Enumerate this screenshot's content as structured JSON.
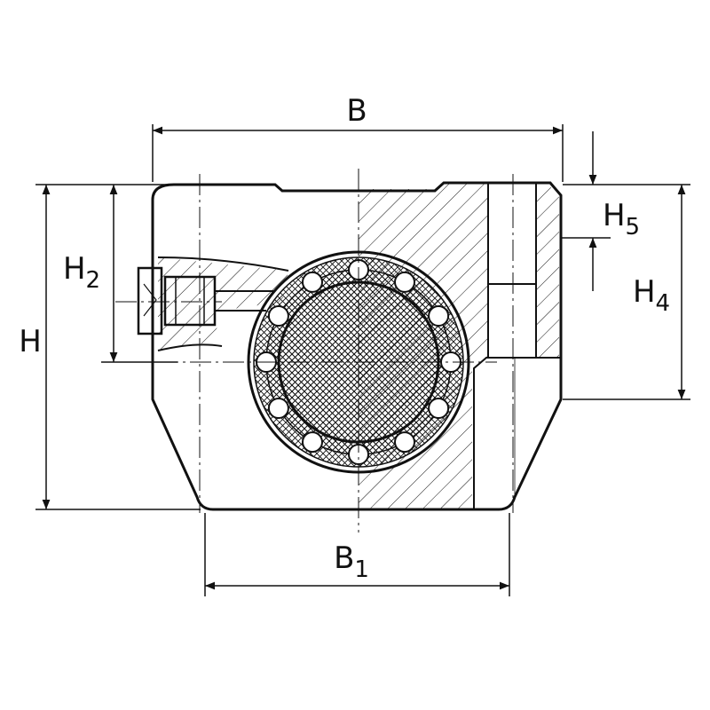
{
  "diagram": {
    "line_color": "#111111",
    "background_color": "#ffffff",
    "labels": {
      "width_B": {
        "main": "B",
        "sub": ""
      },
      "width_B1": {
        "main": "B",
        "sub": "1"
      },
      "height_H": {
        "main": "H",
        "sub": ""
      },
      "height_H2": {
        "main": "H",
        "sub": "2"
      },
      "height_H4": {
        "main": "H",
        "sub": "4"
      },
      "height_H5": {
        "main": "H",
        "sub": "5"
      }
    },
    "ball_count": 12
  }
}
